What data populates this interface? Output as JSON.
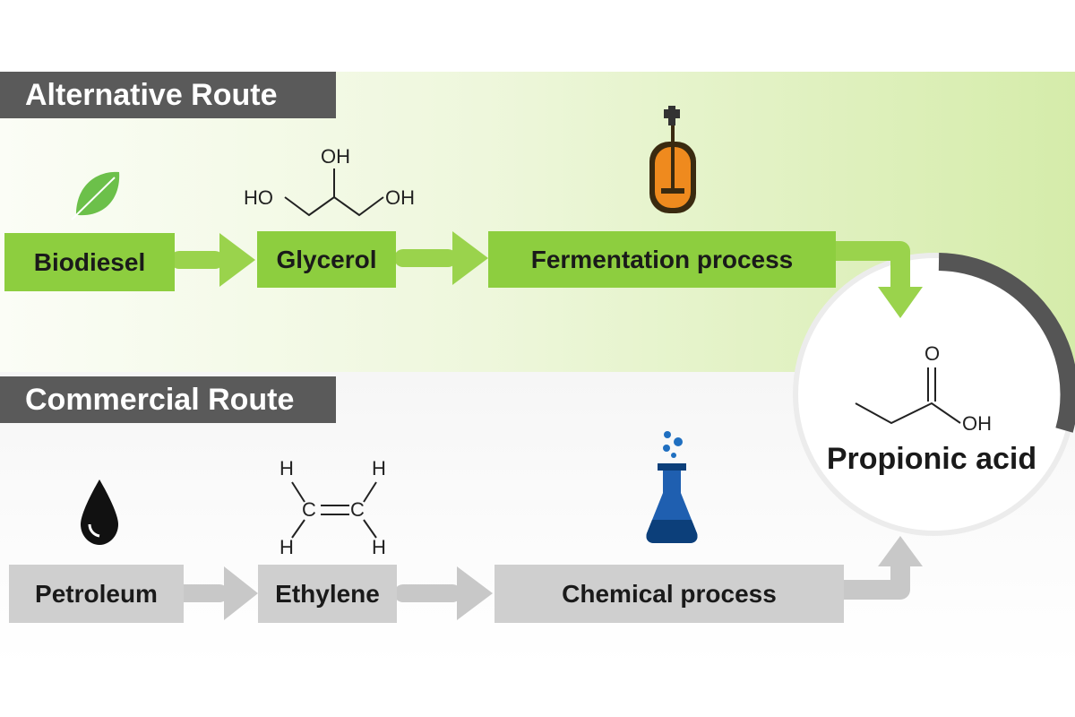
{
  "alternative": {
    "label": "Alternative Route",
    "steps": [
      "Biodiesel",
      "Glycerol",
      "Fermentation process"
    ],
    "glycerol_atoms": {
      "top": "OH",
      "left": "HO",
      "right": "OH"
    }
  },
  "commercial": {
    "label": "Commercial Route",
    "steps": [
      "Petroleum",
      "Ethylene",
      "Chemical process"
    ],
    "ethylene_atoms": {
      "h": "H",
      "c": "C"
    }
  },
  "product": {
    "name": "Propionic acid",
    "atoms": {
      "o": "O",
      "oh": "OH"
    }
  },
  "colors": {
    "green_box": "#8dce3f",
    "green_arrow": "#9ad34c",
    "gray_box": "#cfcfcf",
    "gray_arrow": "#c8c8c8",
    "label_bg": "#5a5a5a",
    "ring_dark": "#555555"
  },
  "icons": [
    "leaf-icon",
    "bioreactor-icon",
    "oil-drop-icon",
    "flask-icon"
  ]
}
